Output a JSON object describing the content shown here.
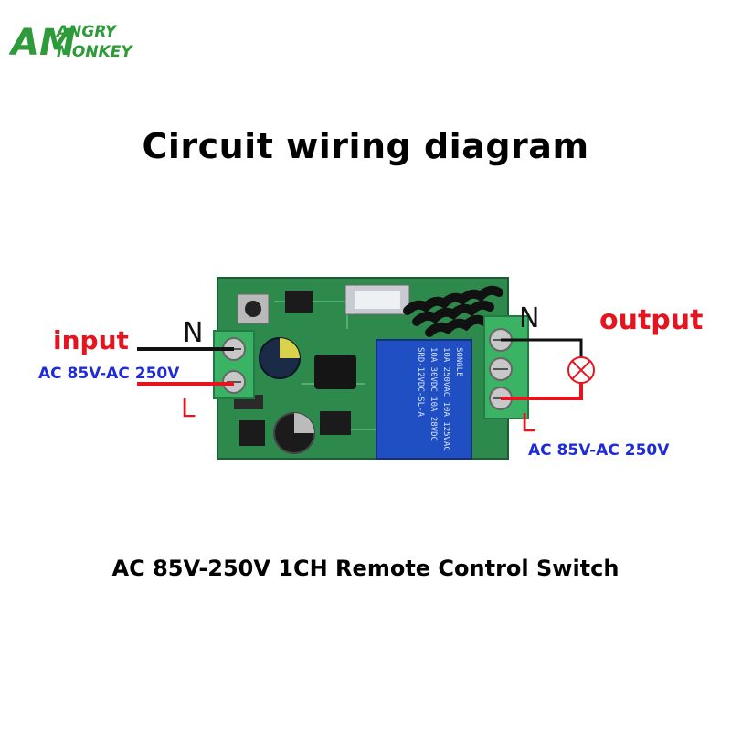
{
  "logo": {
    "line1": "ANGRY",
    "line2": "MONKEY",
    "mark": "AM"
  },
  "title": "Circuit wiring diagram",
  "input_side": {
    "label": "input",
    "voltage": "AC 85V-AC 250V",
    "neutral": "N",
    "live": "L"
  },
  "output_side": {
    "label": "output",
    "voltage": "AC 85V-AC 250V",
    "neutral": "N",
    "live": "L"
  },
  "relay": {
    "brand": "SONGLE",
    "model": "SRD-12VDC-SL-A",
    "rating1": "10A 250VAC  10A 125VAC",
    "rating2": "10A 30VDC  10A 28VDC"
  },
  "footer": "AC 85V-250V 1CH Remote Control Switch",
  "colors": {
    "red": "#e6141e",
    "blue": "#1f2bd6",
    "pcb": "#2e8a4c",
    "terminal": "#3bb365",
    "relay": "#1f4fc2",
    "brand": "#2e9a3a"
  },
  "icons": [
    "lamp-icon"
  ]
}
